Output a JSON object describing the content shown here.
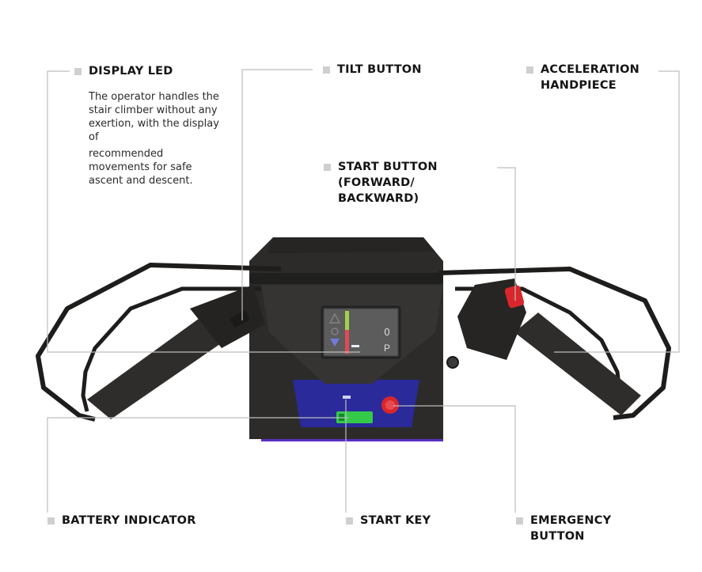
{
  "callouts": {
    "display_led": {
      "title": "DISPLAY LED",
      "description": [
        "The operator handles the stair climber without any exertion, with the display of",
        "recommended movements for safe ascent and descent."
      ]
    },
    "tilt_button": {
      "title": "TILT BUTTON"
    },
    "acceleration_handpiece": {
      "title": "ACCELERATION\nHANDPIECE"
    },
    "start_button": {
      "title": "START BUTTON\n(FORWARD/\nBACKWARD)"
    },
    "battery_indicator": {
      "title": "BATTERY INDICATOR"
    },
    "start_key": {
      "title": "START KEY"
    },
    "emergency_button": {
      "title": "EMERGENCY\nBUTTON"
    }
  },
  "display_screen": {
    "gear_value": "0",
    "mode_value": "P"
  },
  "colors": {
    "leader_line": "#bdbdbd",
    "bullet": "#cfcfcf",
    "body_dark": "#2b2a29",
    "panel_blue": "#2a2a9a",
    "emergency_red": "#d8262c",
    "battery_green": "#35c94a",
    "bar_green": "#9ed34a",
    "bar_red": "#e04a57"
  }
}
